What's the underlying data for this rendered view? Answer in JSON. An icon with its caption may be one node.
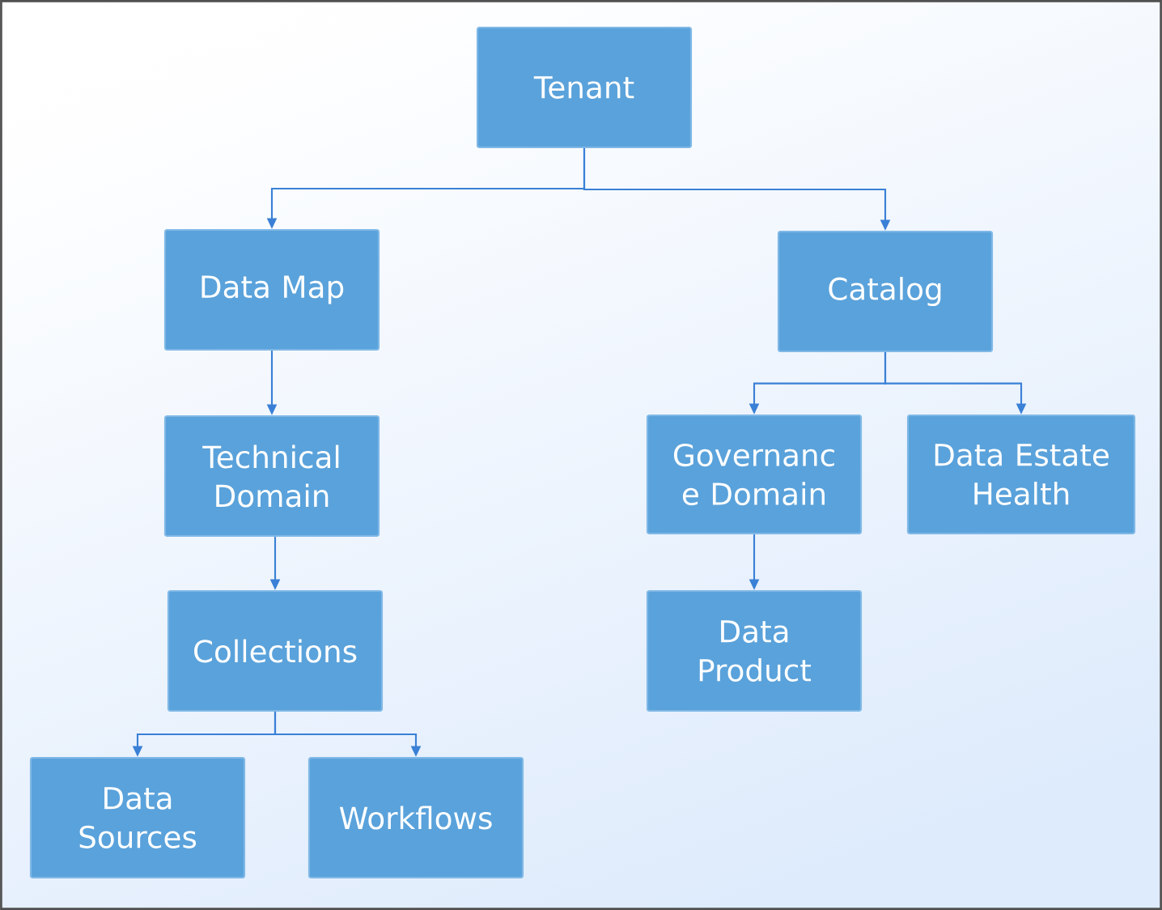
{
  "diagram": {
    "nodes": [
      {
        "text": [
          "Tenant"
        ]
      },
      {
        "text": [
          "Data Map"
        ]
      },
      {
        "text": [
          "Catalog"
        ]
      },
      {
        "text": [
          "Technical Domain"
        ]
      },
      {
        "text": [
          "Governanc e Domain"
        ]
      },
      {
        "text": [
          "Data Estate Health"
        ]
      },
      {
        "text": [
          "Collections"
        ]
      },
      {
        "text": [
          "Data Product"
        ]
      },
      {
        "text": [
          "Data Sources"
        ]
      },
      {
        "text": [
          "Workflows"
        ]
      }
    ],
    "edges": [
      {
        "from": 0,
        "to": 1,
        "arrow": "to"
      },
      {
        "from": 0,
        "to": 2,
        "arrow": "to"
      },
      {
        "from": 1,
        "to": 3,
        "arrow": "to"
      },
      {
        "from": 2,
        "to": 4,
        "arrow": "to"
      },
      {
        "from": 2,
        "to": 5,
        "arrow": "to"
      },
      {
        "from": 3,
        "to": 6,
        "arrow": "to"
      },
      {
        "from": 4,
        "to": 7,
        "arrow": "to"
      },
      {
        "from": 6,
        "to": 8,
        "arrow": "to"
      },
      {
        "from": 6,
        "to": 9,
        "arrow": "to"
      }
    ]
  }
}
